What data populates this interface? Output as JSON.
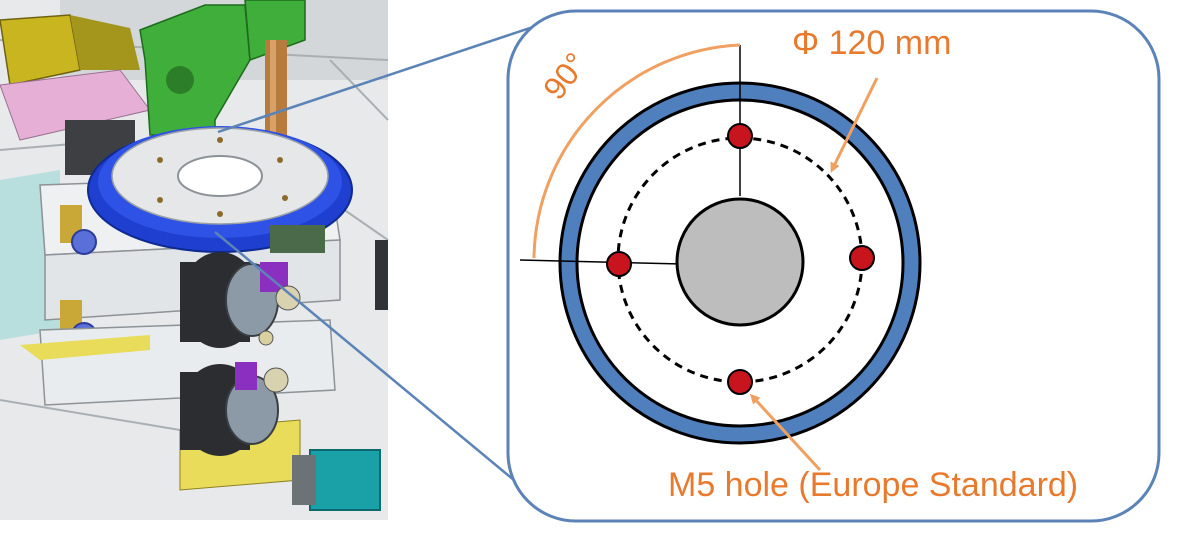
{
  "labels": {
    "diameter": "Φ 120 mm",
    "angle": "90°",
    "hole": "M5 hole (Europe Standard)"
  },
  "colors": {
    "accent": "#e87a2e",
    "panel_border": "#5b83b8",
    "outer_ring": "#4f7fbd",
    "hole_fill": "#c8141c",
    "center_fill": "#bdbdbd"
  },
  "images": {
    "left": "CAD rendering of stacked rotary/linear stages with blue rotary table, motors and connectors"
  }
}
